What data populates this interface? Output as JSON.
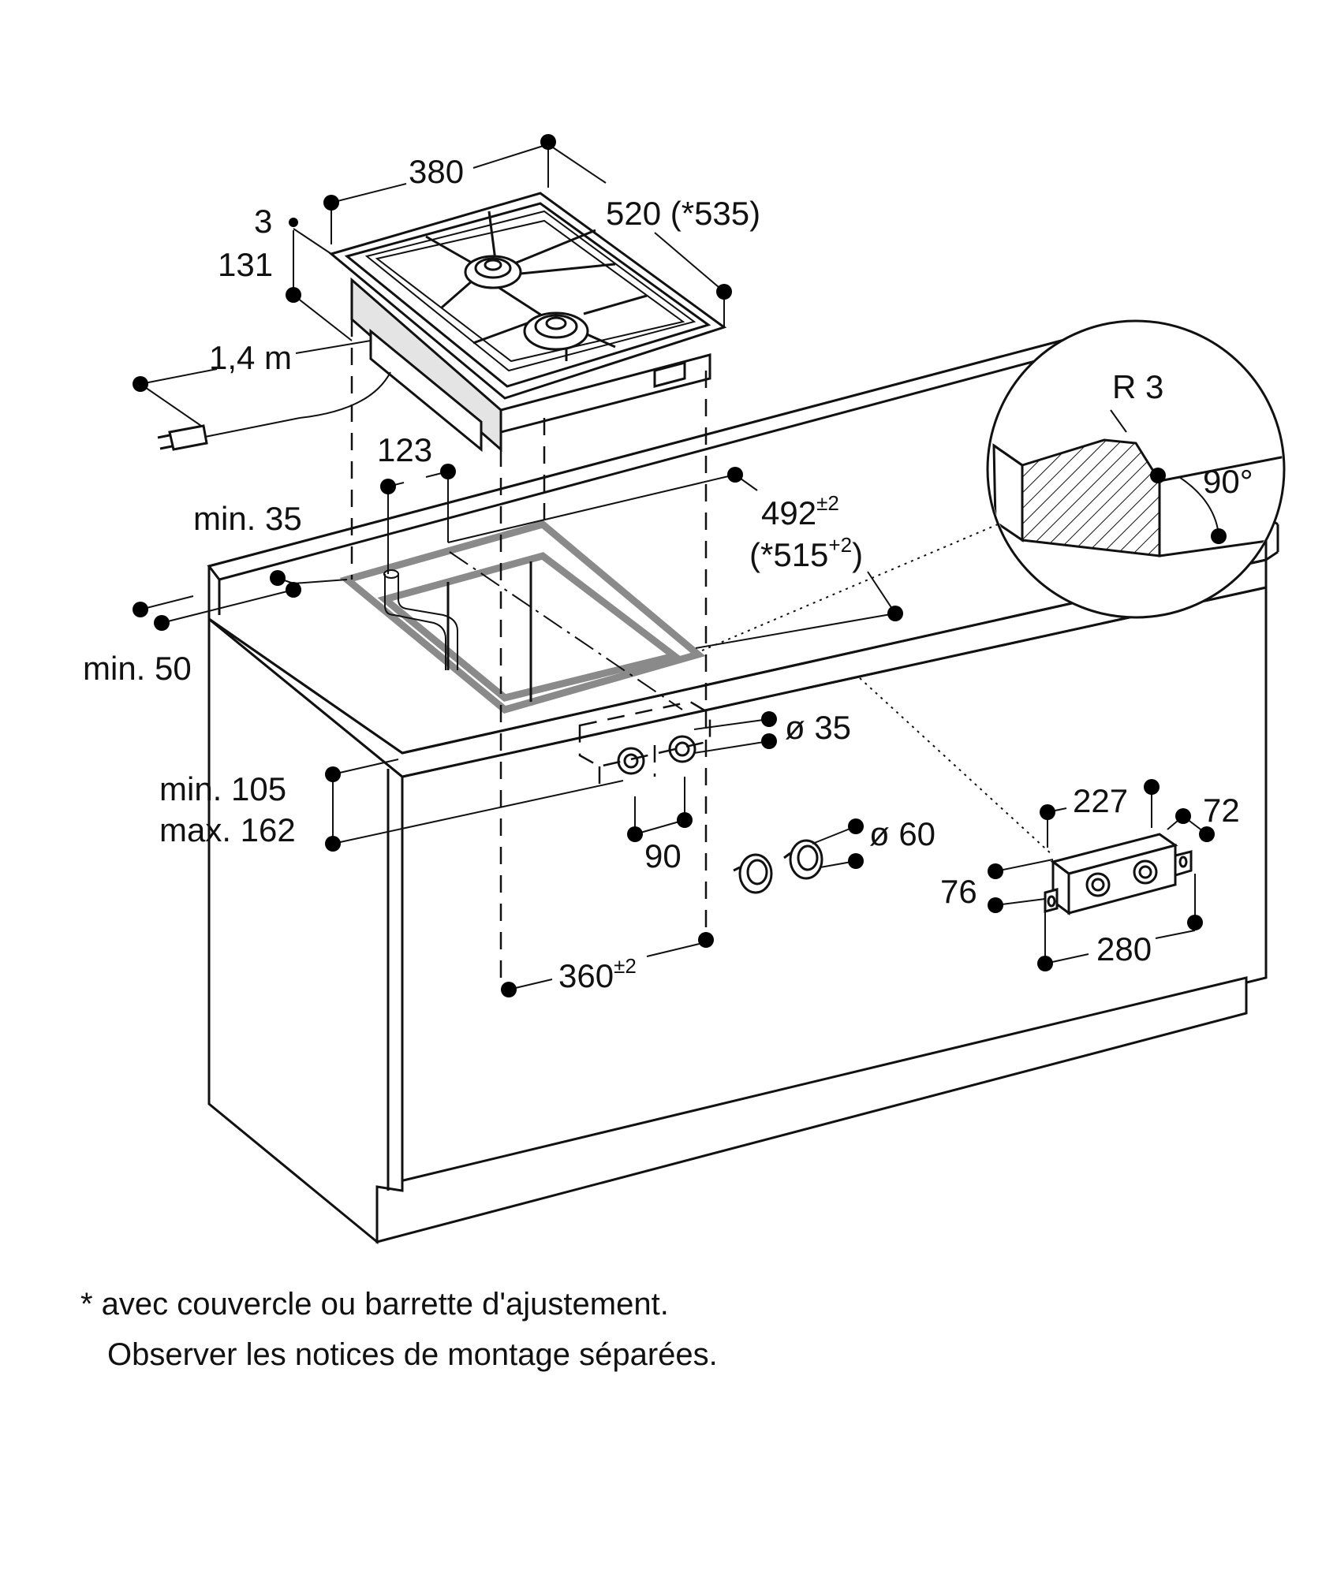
{
  "dimensions": {
    "hob_width": "380",
    "hob_depth": "520 (*535)",
    "hob_top_thickness": "3",
    "hob_height": "131",
    "cable_length": "1,4 m",
    "gas_pipe_offset": "123",
    "rear_distance": "min. 35",
    "front_distance": "min. 50",
    "cutout_depth_main": "492",
    "cutout_depth_main_tol": "±2",
    "cutout_depth_alt_open": "(*515",
    "cutout_depth_alt_tol": "+2",
    "cutout_depth_alt_close": ")",
    "cutout_width_main": "360",
    "cutout_width_tol": "±2",
    "worktop_thickness_min": "min. 105",
    "worktop_thickness_max": "max. 162",
    "knob_hole_diameter": "ø 35",
    "knob_spacing": "90",
    "knob_diameter": "ø 60",
    "edge_radius": "R 3",
    "edge_angle": "90°",
    "control_box_width": "227",
    "control_box_depth": "72",
    "control_box_height": "76",
    "control_box_mount_width": "280"
  },
  "footnote": {
    "line1": "* avec couvercle ou barrette d'ajustement.",
    "line2": "Observer les notices de montage séparées."
  }
}
